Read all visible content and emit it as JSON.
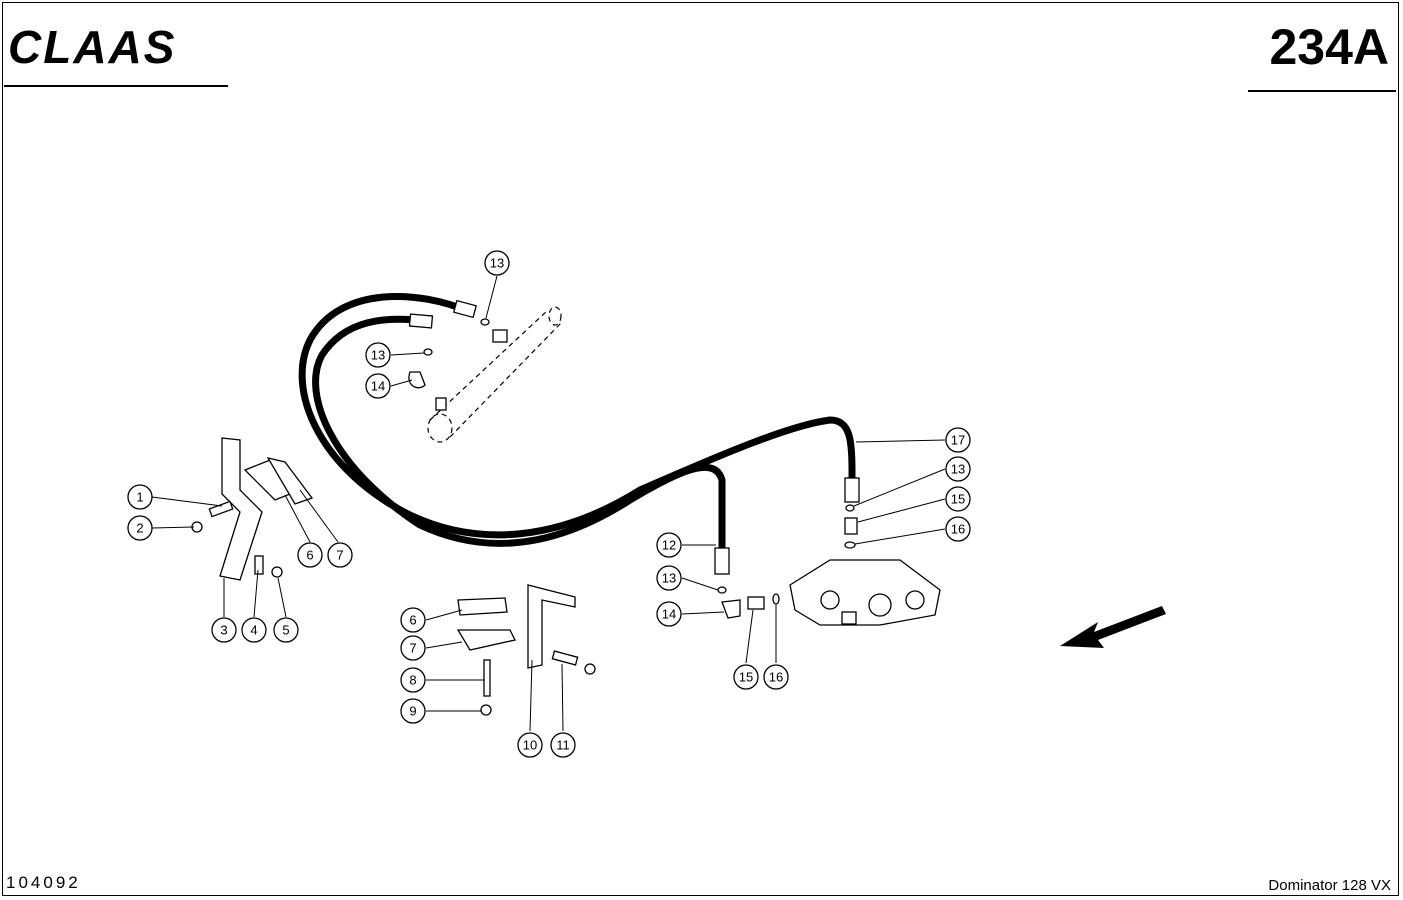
{
  "header": {
    "brand": "CLAAS",
    "page_number": "234A"
  },
  "footer": {
    "reference_code": "104092",
    "model": "Dominator 128 VX"
  },
  "callouts": [
    {
      "label": "1"
    },
    {
      "label": "2"
    },
    {
      "label": "3"
    },
    {
      "label": "4"
    },
    {
      "label": "5"
    },
    {
      "label": "6"
    },
    {
      "label": "7"
    },
    {
      "label": "6"
    },
    {
      "label": "7"
    },
    {
      "label": "8"
    },
    {
      "label": "9"
    },
    {
      "label": "10"
    },
    {
      "label": "11"
    },
    {
      "label": "13"
    },
    {
      "label": "13"
    },
    {
      "label": "14"
    },
    {
      "label": "12"
    },
    {
      "label": "13"
    },
    {
      "label": "14"
    },
    {
      "label": "15"
    },
    {
      "label": "16"
    },
    {
      "label": "17"
    },
    {
      "label": "13"
    },
    {
      "label": "15"
    },
    {
      "label": "16"
    }
  ],
  "icons": {
    "direction_arrow": "arrow-left-down-icon"
  }
}
